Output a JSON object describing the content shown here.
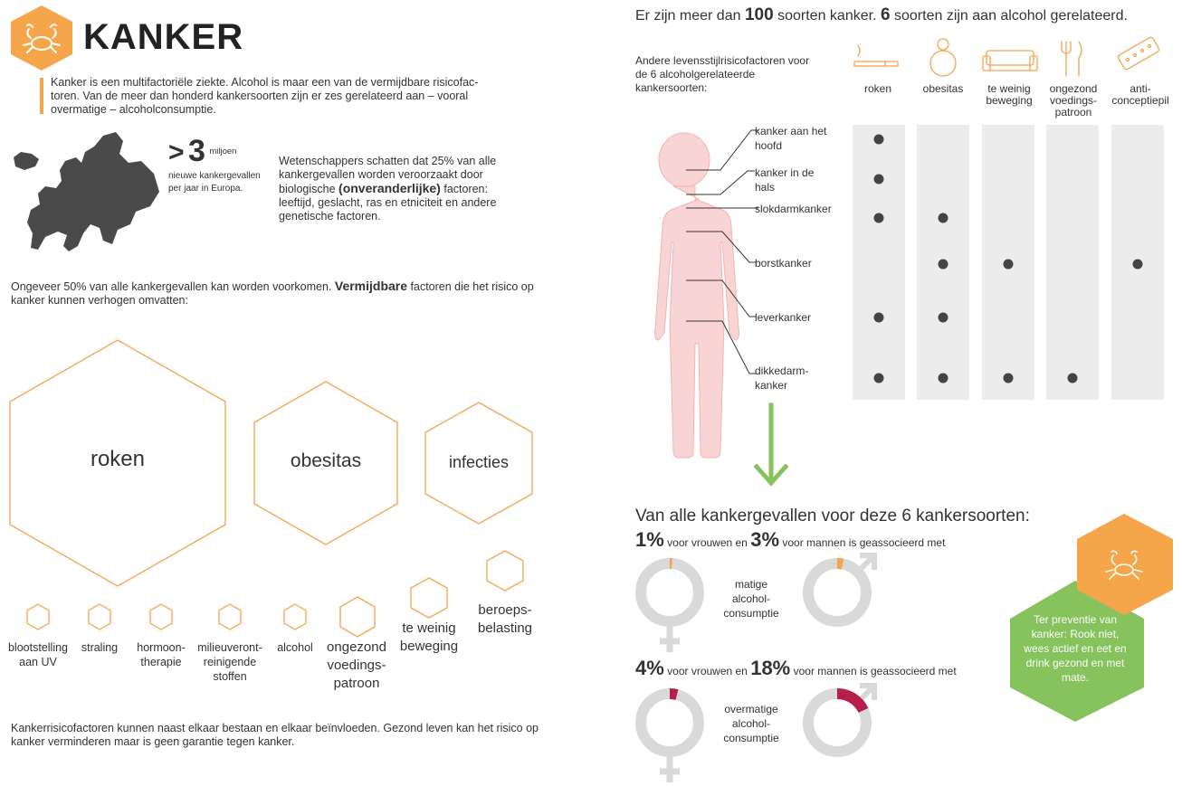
{
  "header": {
    "title": "KANKER",
    "intro": "Kanker is een multifactoriële ziekte. Alcohol is maar een van de vermijdbare risicofac­toren. Van de meer dan honderd kankersoorten zijn er zes gerelateerd aan – vooral overmatige – alcoholconsumptie."
  },
  "europe": {
    "prefix": ">",
    "number": "3",
    "unit": "miljoen",
    "text": "nieuwe kankergevallen per jaar in Europa."
  },
  "scientists": {
    "before": "Wetenschappers schatten dat 25% van alle kankergevallen worden veroorzaakt door biologische",
    "highlight": "(onveranderlijke)",
    "after": "factoren: leeftijd, geslacht, ras en etniciteit en andere genetische factoren."
  },
  "avoidable": {
    "before": "Ongeveer 50% van alle kankergevallen kan worden voorkomen.",
    "highlight": "Vermijdbare",
    "after": "factoren die het risico op kanker kunnen verhogen omvatten:"
  },
  "factors_large": [
    "roken",
    "obesitas",
    "infecties"
  ],
  "factors_small": [
    "blootstelling aan UV",
    "straling",
    "hormoon-therapie",
    "milieuveront-reinigende stoffen",
    "alcohol",
    "ongezond voedings-patroon",
    "te weinig beweging",
    "beroeps-belasting"
  ],
  "footer_text": "Kankerrisicofactoren kunnen naast elkaar bestaan en elkaar beïnvloeden. Gezond leven kan het risico op kanker verminderen maar is geen garantie tegen kanker.",
  "right_header": {
    "part1": "Er zijn meer dan",
    "num1": "100",
    "part2": "soorten kanker.",
    "num2": "6",
    "part3": "soorten zijn aan alcohol gerelateerd."
  },
  "lifestyle": {
    "intro": "Andere levensstijlrisicofactoren voor de 6 alcoholgerelateerde kankersoorten:",
    "columns": [
      "roken",
      "obesitas",
      "te weinig beweging",
      "ongezond voedings-patroon",
      "anti-conceptiepil"
    ],
    "icons": [
      "cigarette-icon",
      "obesity-icon",
      "sofa-icon",
      "cutlery-icon",
      "pill-icon"
    ],
    "rows": [
      {
        "label": "kanker aan het hoofd",
        "marks": [
          1,
          0,
          0,
          0,
          0
        ]
      },
      {
        "label": "kanker in de hals",
        "marks": [
          1,
          0,
          0,
          0,
          0
        ]
      },
      {
        "label": "slokdarmkanker",
        "marks": [
          1,
          1,
          0,
          0,
          0
        ]
      },
      {
        "label": "borstkanker",
        "marks": [
          0,
          1,
          1,
          0,
          1
        ]
      },
      {
        "label": "leverkanker",
        "marks": [
          1,
          1,
          0,
          0,
          0
        ]
      },
      {
        "label": "dikkedarm-kanker",
        "marks": [
          1,
          1,
          1,
          1,
          0
        ]
      }
    ]
  },
  "stats": {
    "title": "Van alle kankergevallen voor deze 6 kankersoorten:",
    "moderate": {
      "women": "1%",
      "men": "3%",
      "women_fraction": 0.01,
      "men_fraction": 0.03,
      "t1": "voor vrouwen en",
      "t2": "voor mannen is geassocieerd met",
      "label": "matige alcohol-consumptie"
    },
    "excessive": {
      "women": "4%",
      "men": "18%",
      "women_fraction": 0.04,
      "men_fraction": 0.18,
      "t1": "voor vrouwen en",
      "t2": "voor mannen is geassocieerd met",
      "label": "overmatige alcohol-consumptie"
    }
  },
  "prevention": "Ter preventie van kanker: Rook niet, wees actief en eet en drink gezond en met mate.",
  "colors": {
    "orange": "#f5a54a",
    "green": "#86c35c",
    "crimson": "#b51f49",
    "gray": "#d9d9d9",
    "body": "#f9d4d4"
  }
}
